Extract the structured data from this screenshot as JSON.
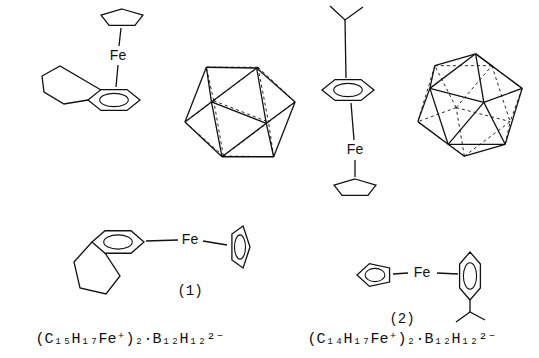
{
  "diagram": {
    "labels": [
      "Fe",
      "Fe",
      "(1)",
      "(C₁₅H₁₇Fe⁺)₂·B₁₂H₁₂²⁻",
      "Fe",
      "Fe",
      "(2)",
      "(C₁₄H₁₇Fe⁺)₂·B₁₂H₁₂²⁻"
    ]
  }
}
